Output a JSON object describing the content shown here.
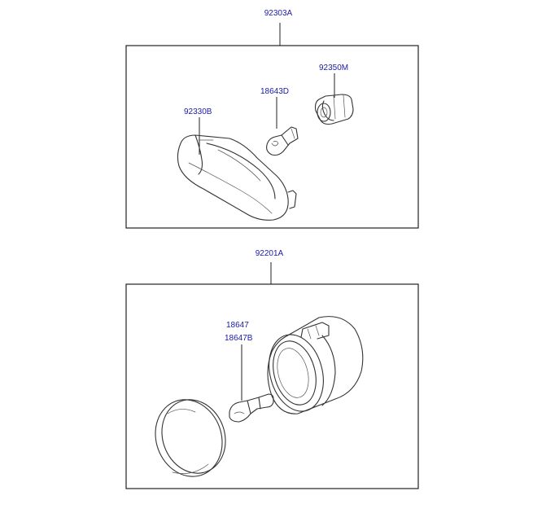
{
  "colors": {
    "label": "#1a1aa6",
    "line": "#222222"
  },
  "assemblies": [
    {
      "part_number": "92303A",
      "components": [
        {
          "part_number": "92350M",
          "icon": "bulb-socket-icon"
        },
        {
          "part_number": "18643D",
          "icon": "wedge-bulb-icon"
        },
        {
          "part_number": "92330B",
          "icon": "side-repeater-lens-icon"
        }
      ]
    },
    {
      "part_number": "92201A",
      "components": [
        {
          "part_numbers": [
            "18647",
            "18647B"
          ],
          "icon": "bulb-icon"
        },
        {
          "icon": "lamp-housing-icon"
        },
        {
          "icon": "round-lens-icon"
        }
      ]
    }
  ]
}
